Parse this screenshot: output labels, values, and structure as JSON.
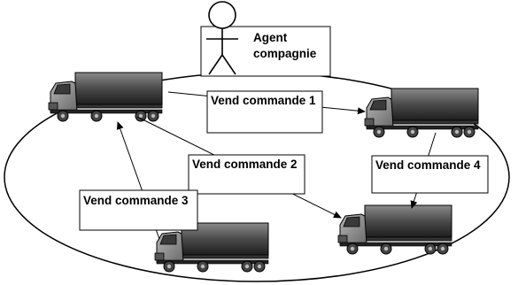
{
  "agent": {
    "line1": "Agent",
    "line2": "compagnie"
  },
  "labels": {
    "cmd1": "Vend commande 1",
    "cmd2": "Vend commande 2",
    "cmd3": "Vend commande 3",
    "cmd4": "Vend commande 4"
  },
  "icons": {
    "truck": "truck-icon",
    "person": "person-icon"
  }
}
